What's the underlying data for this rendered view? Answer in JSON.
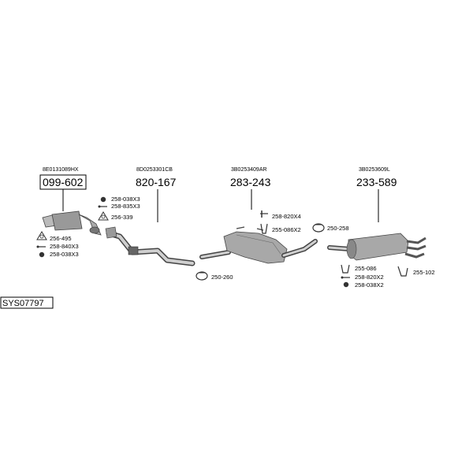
{
  "system_code": "SYS07797",
  "main_parts": [
    {
      "oe": "8E0131089HX",
      "part_no": "099-602",
      "boxed": true
    },
    {
      "oe": "8D0253301CB",
      "part_no": "820-167",
      "boxed": false
    },
    {
      "oe": "3B0253409AR",
      "part_no": "283-243",
      "boxed": false
    },
    {
      "oe": "3B0253609L",
      "part_no": "233-589",
      "boxed": false
    }
  ],
  "accessories": {
    "a1": "258-038X3",
    "a2": "258-835X3",
    "a3": "256-339",
    "a4": "256-495",
    "a5": "258-840X3",
    "a6": "258-038X3",
    "a7": "250-260",
    "a8": "258-820X4",
    "a9": "255-086X2",
    "a10": "250-258",
    "a11": "255-086",
    "a12": "258-820X2",
    "a13": "258-038X2",
    "a14": "255-102"
  }
}
